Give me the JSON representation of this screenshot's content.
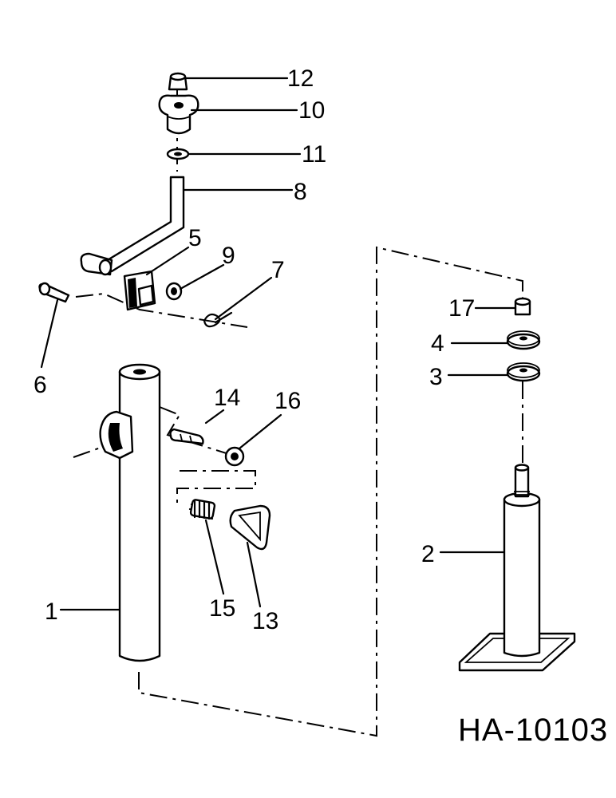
{
  "drawing_code": "HA-10103",
  "callouts": {
    "c1": "1",
    "c2": "2",
    "c3": "3",
    "c4": "4",
    "c5": "5",
    "c6": "6",
    "c7": "7",
    "c8": "8",
    "c9": "9",
    "c10": "10",
    "c11": "11",
    "c12": "12",
    "c13": "13",
    "c14": "14",
    "c15": "15",
    "c16": "16",
    "c17": "17"
  }
}
